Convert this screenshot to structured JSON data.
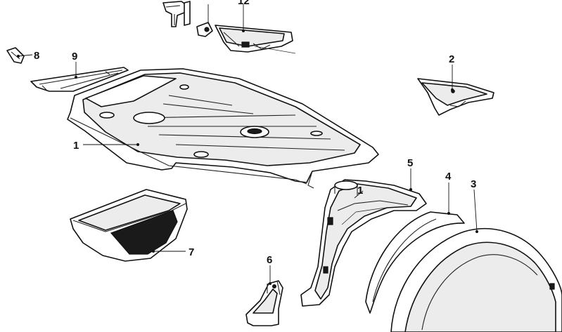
{
  "diagram": {
    "callouts": [
      {
        "label": "1"
      },
      {
        "label": "1"
      },
      {
        "label": "2"
      },
      {
        "label": "3"
      },
      {
        "label": "4"
      },
      {
        "label": "5"
      },
      {
        "label": "6"
      },
      {
        "label": "7"
      },
      {
        "label": "8"
      },
      {
        "label": "9"
      },
      {
        "label": "12"
      }
    ]
  }
}
